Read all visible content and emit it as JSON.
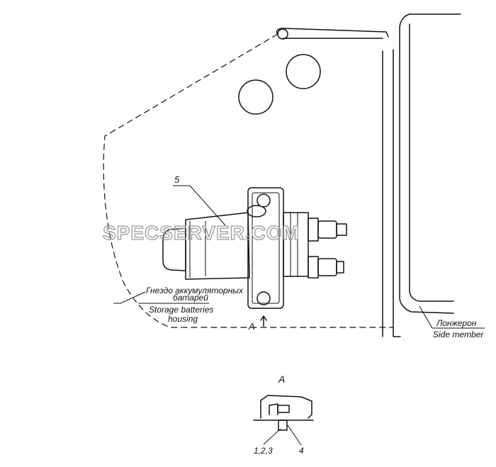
{
  "labels": {
    "callout_5": "5",
    "housing_ru_1": "Гнездо аккумуляторных",
    "housing_ru_2": "батарей",
    "housing_en_1": "Storage batteries",
    "housing_en_2": "housing",
    "side_member_ru": "Лонжерон",
    "side_member_en": "Side member",
    "view_arrow": "A",
    "view_title": "A",
    "callout_123": "1,2,3",
    "callout_4": "4"
  },
  "watermark": "SPECSERVER.COM"
}
